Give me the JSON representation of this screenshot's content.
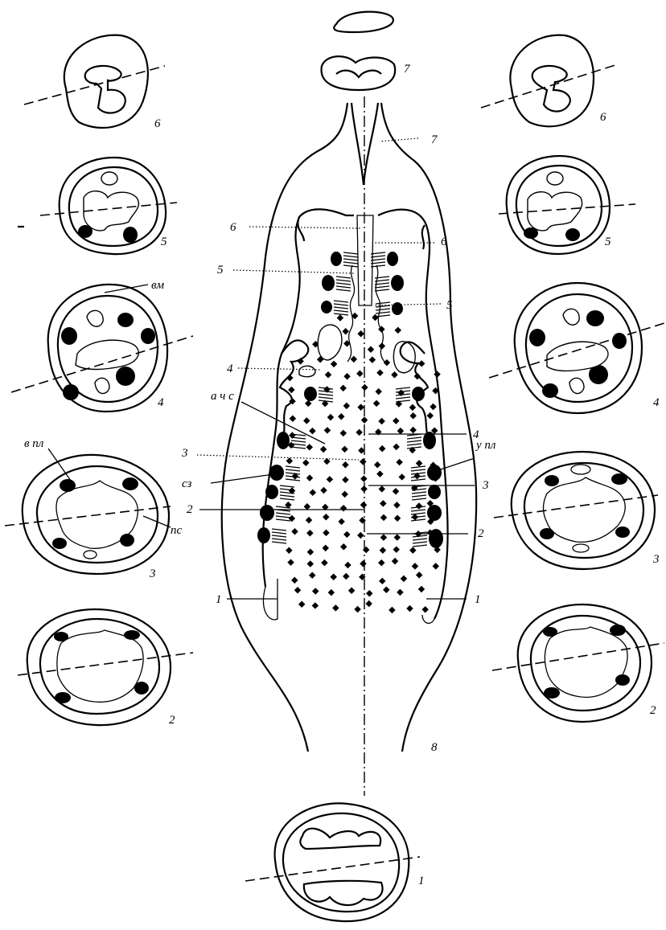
{
  "labels": {
    "n1": "1",
    "n2": "2",
    "n3": "3",
    "n4": "4",
    "n5": "5",
    "n6": "6",
    "n7": "7",
    "n8": "8",
    "vm": "вм",
    "v_pl": "в пл",
    "sz": "сз",
    "ps": "пс",
    "a_ch_s": "а ч с",
    "u_pl": "у пл"
  },
  "colors": {
    "ink": "#000000",
    "paper": "#ffffff"
  }
}
